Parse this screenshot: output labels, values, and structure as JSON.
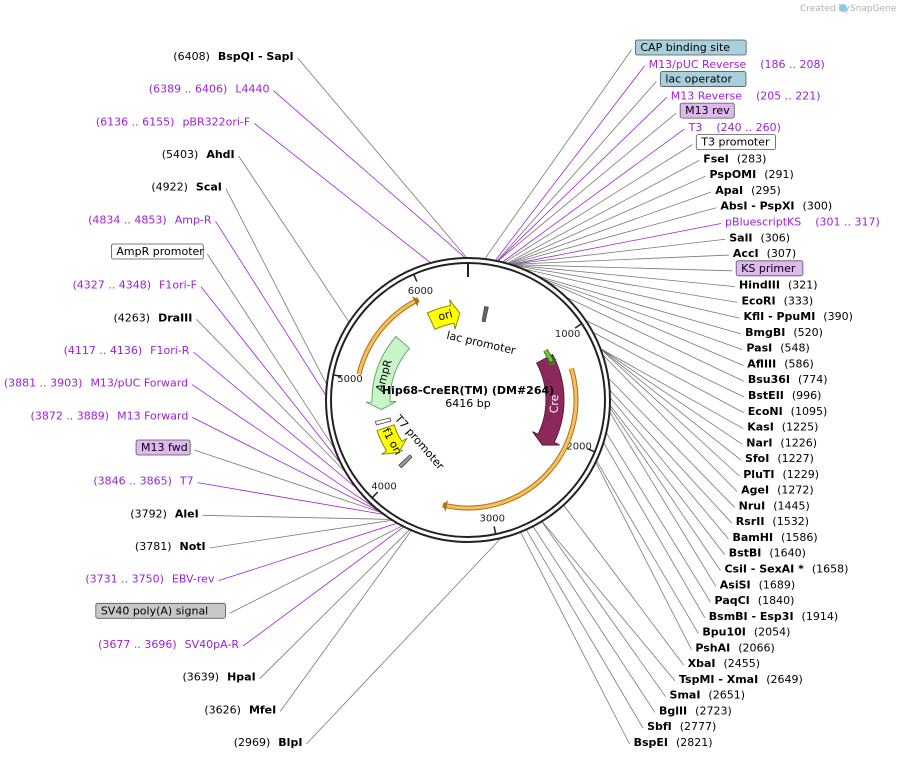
{
  "credit": {
    "created_by": "Created by",
    "brand": "SnapGene"
  },
  "plasmid": {
    "name": "Hip68-CreER(TM) (DM#264)",
    "size": "6416 bp",
    "length": 6416
  },
  "colors": {
    "enzyme": "#000000",
    "primer": "#a020d8",
    "ori": "#ffff00",
    "ampr": "#c8f5c8",
    "cre": "#8b2a5a",
    "orf": "#e8a020",
    "backbone": "#222222"
  },
  "ticks": [
    {
      "bp": 1000,
      "label": "1000"
    },
    {
      "bp": 2000,
      "label": "2000"
    },
    {
      "bp": 3000,
      "label": "3000"
    },
    {
      "bp": 4000,
      "label": "4000"
    },
    {
      "bp": 5000,
      "label": "5000"
    },
    {
      "bp": 6000,
      "label": "6000"
    }
  ],
  "features": [
    {
      "name": "ori",
      "label": "ori",
      "start": 5970,
      "end": 6320,
      "dir": "fwd",
      "kind": "arrow",
      "color": "#ffff00",
      "stroke": "#888800"
    },
    {
      "name": "AmpR",
      "label": "AmpR",
      "start": 4700,
      "end": 5550,
      "dir": "rev",
      "kind": "arrow",
      "color": "#c8f5c8",
      "stroke": "#66aa66"
    },
    {
      "name": "f1 ori",
      "label": "f1 ori",
      "start": 4150,
      "end": 4480,
      "dir": "rev",
      "kind": "arrow",
      "color": "#ffff00",
      "stroke": "#888800"
    },
    {
      "name": "Cre",
      "label": "Cre",
      "start": 1100,
      "end": 2160,
      "dir": "fwd",
      "kind": "arrow",
      "color": "#8b2a5a",
      "stroke": "#5a1a3a"
    },
    {
      "name": "ORF ER",
      "label": "",
      "start": 1020,
      "end": 1200,
      "dir": "fwd",
      "kind": "thin",
      "color": "#66cc33",
      "stroke": "#337711"
    },
    {
      "name": "ORF big",
      "label": "",
      "start": 1300,
      "end": 3450,
      "dir": "fwd",
      "kind": "thin",
      "color": "#f5c060",
      "stroke": "#b07010"
    },
    {
      "name": "ORF left",
      "label": "",
      "start": 5050,
      "end": 5950,
      "dir": "fwd",
      "kind": "thin",
      "color": "#f5c060",
      "stroke": "#b07010"
    }
  ],
  "inner_labels": [
    {
      "text": "lac promoter",
      "bp": 230
    },
    {
      "text": "T7 promoter",
      "bp": 4080
    },
    {
      "text": "f1 ori",
      "bp": 4300
    },
    {
      "text": "AmpR",
      "bp": 5100
    },
    {
      "text": "ori",
      "bp": 6150
    },
    {
      "text": "Cre",
      "bp": 1650
    }
  ],
  "right_labels": [
    {
      "type": "box",
      "text": "CAP binding site",
      "color": "#a8d0dc",
      "bp": 120
    },
    {
      "type": "primer",
      "pos": "",
      "name": "M13/pUC Reverse",
      "range": "(186 .. 208)",
      "bp": 197
    },
    {
      "type": "box",
      "text": "lac operator",
      "color": "#a8d0dc",
      "bp": 210
    },
    {
      "type": "primer",
      "pos": "",
      "name": "M13 Reverse",
      "range": "(205 .. 221)",
      "bp": 213
    },
    {
      "type": "box",
      "text": "M13 rev",
      "color": "#e0b8f0",
      "bp": 215
    },
    {
      "type": "primer",
      "pos": "",
      "name": "T3",
      "range": "(240 .. 260)",
      "bp": 250
    },
    {
      "type": "box",
      "text": "T3 promoter",
      "color": "#ffffff",
      "bp": 262
    },
    {
      "type": "enzyme",
      "name": "FseI",
      "pos": "(283)",
      "bp": 283
    },
    {
      "type": "enzyme",
      "name": "PspOMI",
      "pos": "(291)",
      "bp": 291
    },
    {
      "type": "enzyme",
      "name": "ApaI",
      "pos": "(295)",
      "bp": 295
    },
    {
      "type": "enzyme",
      "name": "AbsI  -  PspXI",
      "pos": "(300)",
      "bp": 300
    },
    {
      "type": "primer",
      "pos": "",
      "name": "pBluescriptKS",
      "range": "(301 .. 317)",
      "bp": 309
    },
    {
      "type": "enzyme",
      "name": "SalI",
      "pos": "(306)",
      "bp": 306
    },
    {
      "type": "enzyme",
      "name": "AccI",
      "pos": "(307)",
      "bp": 307
    },
    {
      "type": "box",
      "text": "KS primer",
      "color": "#e0b8f0",
      "bp": 312
    },
    {
      "type": "enzyme",
      "name": "HindIII",
      "pos": "(321)",
      "bp": 321
    },
    {
      "type": "enzyme",
      "name": "EcoRI",
      "pos": "(333)",
      "bp": 333
    },
    {
      "type": "enzyme",
      "name": "KflI  -  PpuMI",
      "pos": "(390)",
      "bp": 390
    },
    {
      "type": "enzyme",
      "name": "BmgBI",
      "pos": "(520)",
      "bp": 520
    },
    {
      "type": "enzyme",
      "name": "PasI",
      "pos": "(548)",
      "bp": 548
    },
    {
      "type": "enzyme",
      "name": "AflIII",
      "pos": "(586)",
      "bp": 586
    },
    {
      "type": "enzyme",
      "name": "Bsu36I",
      "pos": "(774)",
      "bp": 774
    },
    {
      "type": "enzyme",
      "name": "BstEII",
      "pos": "(996)",
      "bp": 996
    },
    {
      "type": "enzyme",
      "name": "EcoNI",
      "pos": "(1095)",
      "bp": 1095
    },
    {
      "type": "enzyme",
      "name": "KasI",
      "pos": "(1225)",
      "bp": 1225
    },
    {
      "type": "enzyme",
      "name": "NarI",
      "pos": "(1226)",
      "bp": 1226
    },
    {
      "type": "enzyme",
      "name": "SfoI",
      "pos": "(1227)",
      "bp": 1227
    },
    {
      "type": "enzyme",
      "name": "PluTI",
      "pos": "(1229)",
      "bp": 1229
    },
    {
      "type": "enzyme",
      "name": "AgeI",
      "pos": "(1272)",
      "bp": 1272
    },
    {
      "type": "enzyme",
      "name": "NruI",
      "pos": "(1445)",
      "bp": 1445
    },
    {
      "type": "enzyme",
      "name": "RsrII",
      "pos": "(1532)",
      "bp": 1532
    },
    {
      "type": "enzyme",
      "name": "BamHI",
      "pos": "(1586)",
      "bp": 1586
    },
    {
      "type": "enzyme",
      "name": "BstBI",
      "pos": "(1640)",
      "bp": 1640
    },
    {
      "type": "enzyme",
      "name": "CsiI  -  SexAI *",
      "pos": "(1658)",
      "bp": 1658
    },
    {
      "type": "enzyme",
      "name": "AsiSI",
      "pos": "(1689)",
      "bp": 1689
    },
    {
      "type": "enzyme",
      "name": "PaqCI",
      "pos": "(1840)",
      "bp": 1840
    },
    {
      "type": "enzyme",
      "name": "BsmBI  -  Esp3I",
      "pos": "(1914)",
      "bp": 1914
    },
    {
      "type": "enzyme",
      "name": "Bpu10I",
      "pos": "(2054)",
      "bp": 2054
    },
    {
      "type": "enzyme",
      "name": "PshAI",
      "pos": "(2066)",
      "bp": 2066
    },
    {
      "type": "enzyme",
      "name": "XbaI",
      "pos": "(2455)",
      "bp": 2455
    },
    {
      "type": "enzyme",
      "name": "TspMI  -  XmaI",
      "pos": "(2649)",
      "bp": 2649
    },
    {
      "type": "enzyme",
      "name": "SmaI",
      "pos": "(2651)",
      "bp": 2651
    },
    {
      "type": "enzyme",
      "name": "BglII",
      "pos": "(2723)",
      "bp": 2723
    },
    {
      "type": "enzyme",
      "name": "SbfI",
      "pos": "(2777)",
      "bp": 2777
    },
    {
      "type": "enzyme",
      "name": "BspEI",
      "pos": "(2821)",
      "bp": 2821
    }
  ],
  "left_labels": [
    {
      "type": "enzyme",
      "name": "BspQI  -  SapI",
      "pos": "(6408)",
      "bp": 6408
    },
    {
      "type": "primer",
      "name": "L4440",
      "range": "(6389 .. 6406)",
      "bp": 6398
    },
    {
      "type": "primer",
      "name": "pBR322ori-F",
      "range": "(6136 .. 6155)",
      "bp": 6145
    },
    {
      "type": "enzyme",
      "name": "AhdI",
      "pos": "(5403)",
      "bp": 5403
    },
    {
      "type": "enzyme",
      "name": "ScaI",
      "pos": "(4922)",
      "bp": 4922
    },
    {
      "type": "primer",
      "name": "Amp-R",
      "range": "(4834 .. 4853)",
      "bp": 4843
    },
    {
      "type": "box",
      "text": "AmpR promoter",
      "color": "#ffffff",
      "bp": 4450
    },
    {
      "type": "primer",
      "name": "F1ori-F",
      "range": "(4327 .. 4348)",
      "bp": 4337
    },
    {
      "type": "enzyme",
      "name": "DraIII",
      "pos": "(4263)",
      "bp": 4263
    },
    {
      "type": "primer",
      "name": "F1ori-R",
      "range": "(4117 .. 4136)",
      "bp": 4126
    },
    {
      "type": "primer",
      "name": "M13/pUC Forward",
      "range": "(3881 .. 3903)",
      "bp": 3892
    },
    {
      "type": "primer",
      "name": "M13 Forward",
      "range": "(3872 .. 3889)",
      "bp": 3880
    },
    {
      "type": "box",
      "text": "M13 fwd",
      "color": "#e0b8f0",
      "bp": 3878
    },
    {
      "type": "primer",
      "name": "T7",
      "range": "(3846 .. 3865)",
      "bp": 3855
    },
    {
      "type": "enzyme",
      "name": "AleI",
      "pos": "(3792)",
      "bp": 3792
    },
    {
      "type": "enzyme",
      "name": "NotI",
      "pos": "(3781)",
      "bp": 3781
    },
    {
      "type": "primer",
      "name": "EBV-rev",
      "range": "(3731 .. 3750)",
      "bp": 3740
    },
    {
      "type": "box",
      "text": "SV40 poly(A) signal",
      "color": "#c8c8c8",
      "bp": 3700
    },
    {
      "type": "primer",
      "name": "SV40pA-R",
      "range": "(3677 .. 3696)",
      "bp": 3686
    },
    {
      "type": "enzyme",
      "name": "HpaI",
      "pos": "(3639)",
      "bp": 3639
    },
    {
      "type": "enzyme",
      "name": "MfeI",
      "pos": "(3626)",
      "bp": 3626
    },
    {
      "type": "enzyme",
      "name": "BlpI",
      "pos": "(2969)",
      "bp": 2969
    }
  ]
}
